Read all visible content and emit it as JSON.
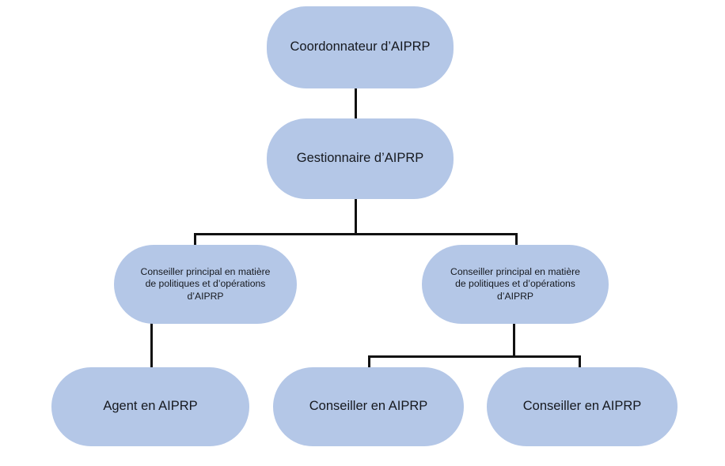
{
  "chart_data": {
    "type": "diagram",
    "diagram_kind": "organizational-chart",
    "title": "",
    "language": "fr",
    "background_color": "#ffffff",
    "node_fill_color": "#b4c7e7",
    "node_text_color": "#16191f",
    "connector_color": "#111111",
    "levels": 4,
    "nodes": [
      {
        "id": "coordonnateur",
        "label": "Coordonnateur d’AIPRP",
        "level": 1,
        "parent": null
      },
      {
        "id": "gestionnaire",
        "label": "Gestionnaire d’AIPRP",
        "level": 2,
        "parent": "coordonnateur"
      },
      {
        "id": "conseiller-principal-left",
        "label": "Conseiller principal en matière\nde politiques et d’opérations\nd’AIPRP",
        "level": 3,
        "parent": "gestionnaire"
      },
      {
        "id": "conseiller-principal-right",
        "label": "Conseiller principal en matière\nde politiques et d’opérations\nd’AIPRP",
        "level": 3,
        "parent": "gestionnaire"
      },
      {
        "id": "agent",
        "label": "Agent en AIPRP",
        "level": 4,
        "parent": "conseiller-principal-left"
      },
      {
        "id": "conseiller-1",
        "label": "Conseiller en AIPRP",
        "level": 4,
        "parent": "conseiller-principal-right"
      },
      {
        "id": "conseiller-2",
        "label": "Conseiller en AIPRP",
        "level": 4,
        "parent": "conseiller-principal-right"
      }
    ],
    "edges": [
      {
        "from": "coordonnateur",
        "to": "gestionnaire"
      },
      {
        "from": "gestionnaire",
        "to": "conseiller-principal-left"
      },
      {
        "from": "gestionnaire",
        "to": "conseiller-principal-right"
      },
      {
        "from": "conseiller-principal-left",
        "to": "agent"
      },
      {
        "from": "conseiller-principal-right",
        "to": "conseiller-1"
      },
      {
        "from": "conseiller-principal-right",
        "to": "conseiller-2"
      }
    ]
  }
}
